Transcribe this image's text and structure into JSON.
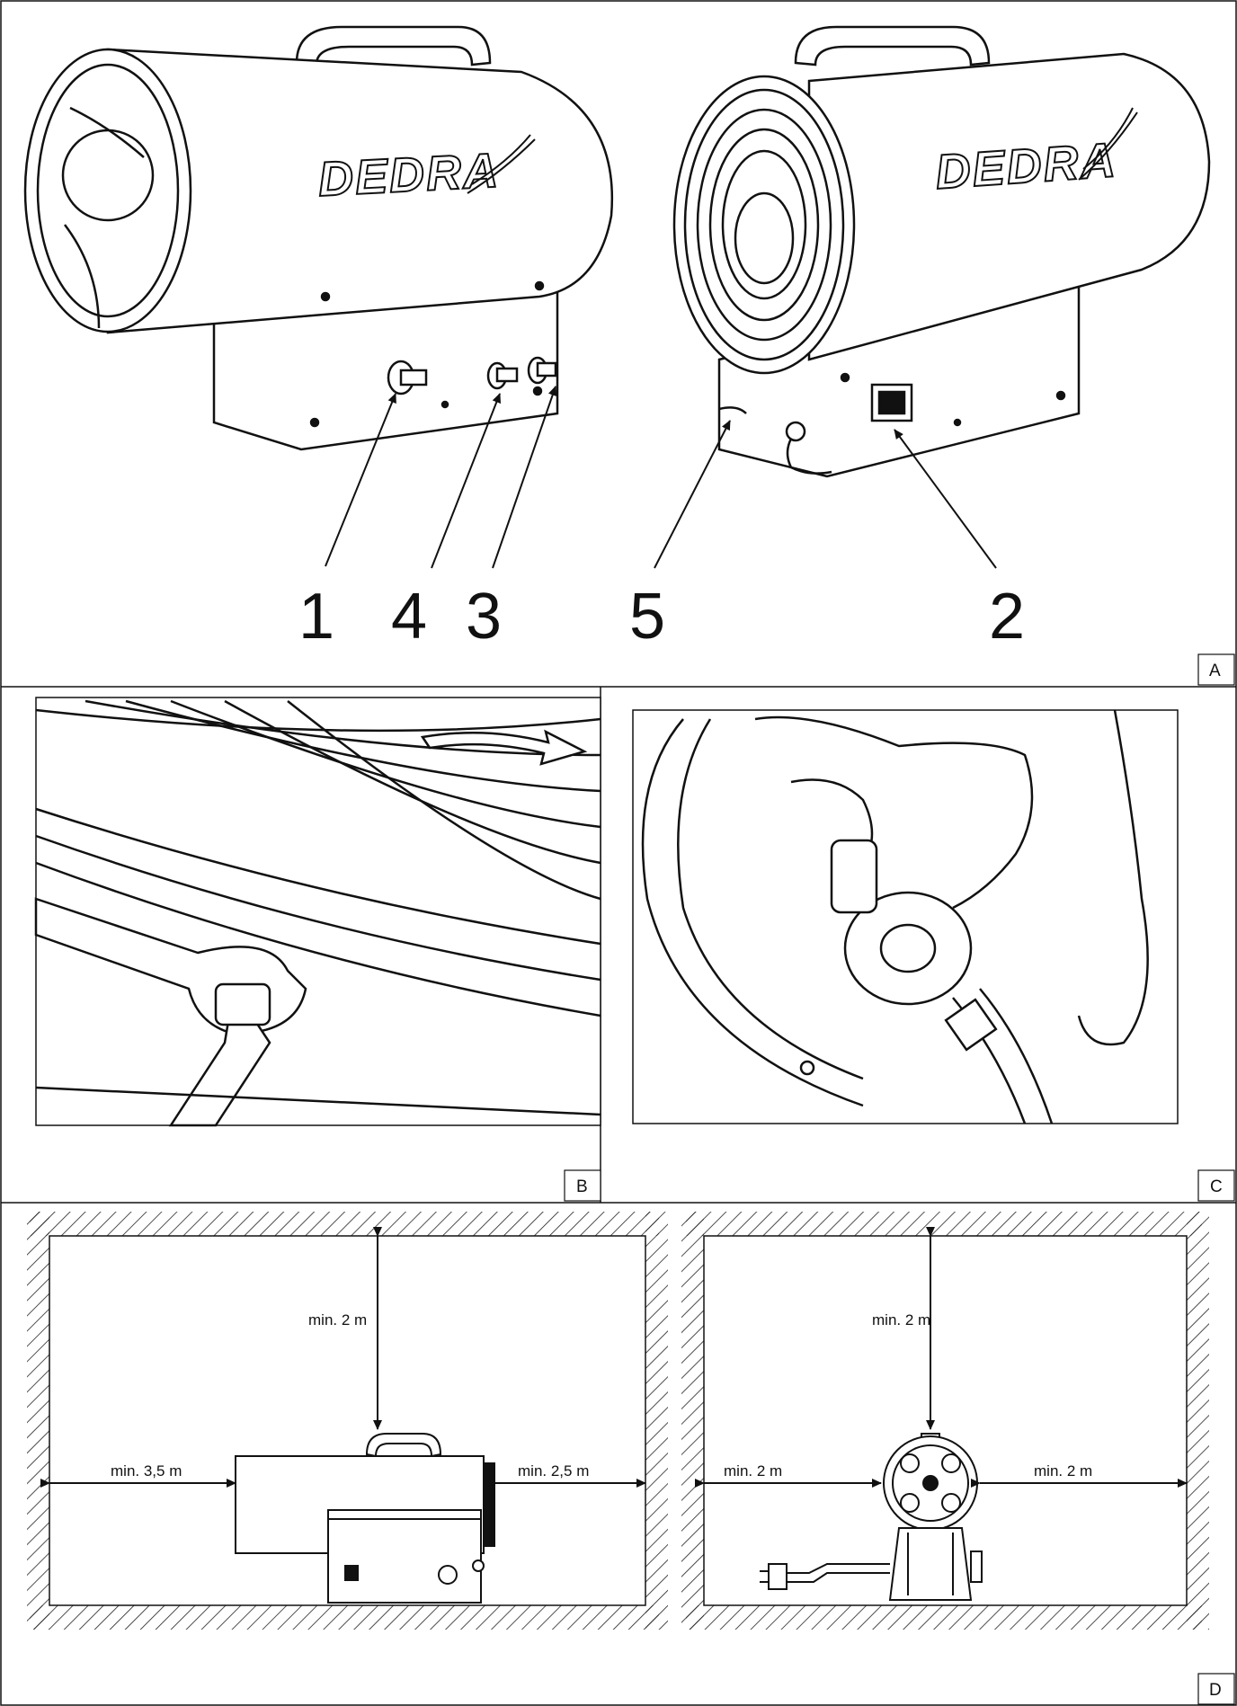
{
  "brand": "DEDRA",
  "panel_a": {
    "label": "A",
    "callouts": [
      "1",
      "4",
      "3",
      "5",
      "2"
    ]
  },
  "panel_b": {
    "label": "B"
  },
  "panel_c": {
    "label": "C"
  },
  "panel_d": {
    "label": "D",
    "side_view": {
      "top": "min. 2 m",
      "left": "min. 3,5 m",
      "right": "min. 2,5 m"
    },
    "front_view": {
      "top": "min. 2 m",
      "left": "min. 2 m",
      "right": "min. 2 m"
    }
  },
  "colors": {
    "line": "#111111",
    "background": "#ffffff"
  }
}
